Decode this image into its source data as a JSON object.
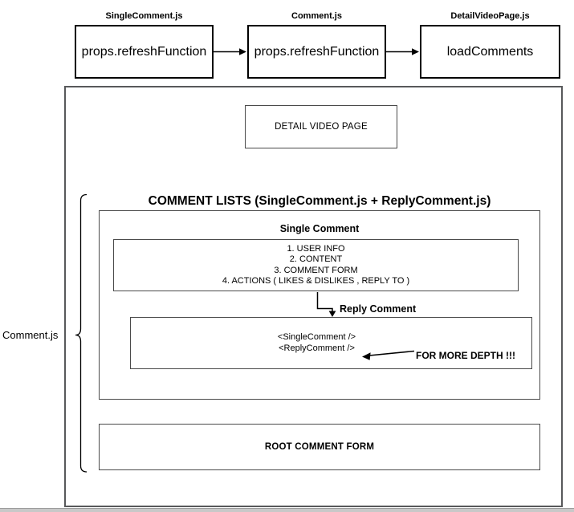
{
  "flow": {
    "nodes": [
      {
        "file": "SingleComment.js",
        "label": "props.refreshFunction"
      },
      {
        "file": "Comment.js",
        "label": "props.refreshFunction"
      },
      {
        "file": "DetailVideoPage.js",
        "label": "loadComments"
      }
    ]
  },
  "diagram": {
    "detail_video_page_label": "DETAIL VIDEO PAGE",
    "brace_label": "Comment.js",
    "comment_lists": {
      "title": "COMMENT LISTS (SingleComment.js + ReplyComment.js)",
      "single_comment": {
        "title": "Single Comment",
        "items": [
          "1. USER INFO",
          "2. CONTENT",
          "3. COMMENT FORM",
          "4. ACTIONS ( LIKES & DISLIKES , REPLY TO )"
        ]
      },
      "reply_comment": {
        "title": "Reply Comment",
        "code_lines": [
          "<SingleComment />",
          "<ReplyComment />"
        ],
        "annotation": "FOR MORE DEPTH !!!"
      }
    },
    "root_comment_form_label": "ROOT COMMENT FORM"
  },
  "colors": {
    "line": "#000000",
    "container_border": "#58595b",
    "box_border": "#4a4a4a",
    "scrollbar_track": "#c8c8c8"
  }
}
